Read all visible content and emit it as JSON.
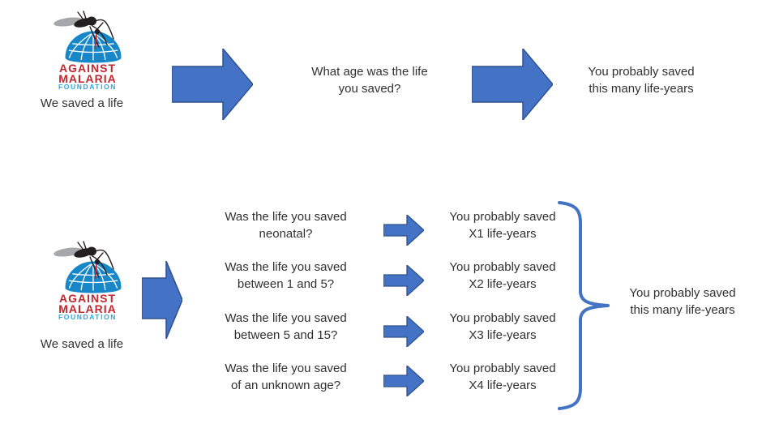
{
  "colors": {
    "arrow_fill": "#4472C4",
    "arrow_border": "#2F528F",
    "brace_blue": "#4472C4",
    "text_color": "#303030",
    "logo_red": "#C4262E",
    "logo_light_blue": "#29A8DF",
    "globe_blue": "#1787C8",
    "mosquito_black": "#231F20",
    "wing_gray": "#A6A8AB",
    "proboscis_red": "#CE2027",
    "background": "#FFFFFF"
  },
  "logo": {
    "icon": "mosquito-globe-icon",
    "line1": "AGAINST",
    "line2": "MALARIA",
    "line3": "FOUNDATION"
  },
  "top_flow": {
    "source_label": "We saved a life",
    "question": "What age was the life\nyou saved?",
    "result": "You probably saved\nthis many life-years"
  },
  "bottom_flow": {
    "source_label": "We saved a life",
    "rows": [
      {
        "question": "Was the life you saved\nneonatal?",
        "result": "You probably saved\nX1 life-years"
      },
      {
        "question": "Was the life you saved\nbetween 1 and 5?",
        "result": "You probably saved\nX2 life-years"
      },
      {
        "question": "Was the life you saved\nbetween 5 and 15?",
        "result": "You probably saved\nX3 life-years"
      },
      {
        "question": "Was the life you saved\nof an unknown age?",
        "result": "You probably saved\nX4 life-years"
      }
    ],
    "summary": "You probably saved\nthis many life-years"
  }
}
